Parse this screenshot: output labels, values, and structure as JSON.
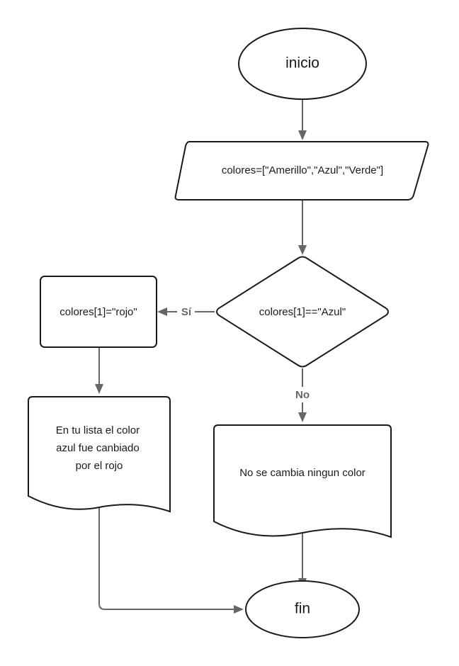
{
  "diagram": {
    "nodes": {
      "start": "inicio",
      "input": "colores=[\"Amerillo\",\"Azul\",\"Verde\"]",
      "decision": "colores[1]==\"Azul\"",
      "process": "colores[1]=\"rojo\"",
      "output_yes_lines": [
        "En tu lista el color",
        "azul fue canbiado",
        "por el rojo"
      ],
      "output_no": "No se cambia ningun color",
      "end": "fin"
    },
    "branches": {
      "yes": "Sí",
      "no": "No"
    }
  }
}
